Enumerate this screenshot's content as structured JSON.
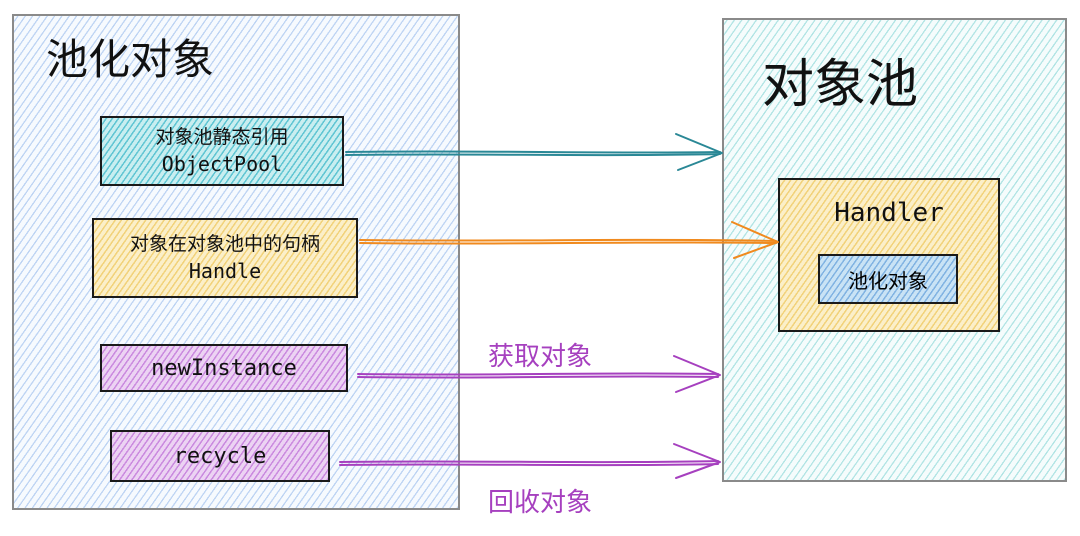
{
  "left_panel": {
    "title": "池化对象"
  },
  "right_panel": {
    "title": "对象池"
  },
  "boxes": {
    "objectpool": {
      "line1": "对象池静态引用",
      "line2": "ObjectPool"
    },
    "handle": {
      "line1": "对象在对象池中的句柄",
      "line2": "Handle"
    },
    "new_instance": {
      "label": "newInstance"
    },
    "recycle": {
      "label": "recycle"
    },
    "handler": {
      "label": "Handler"
    },
    "pooled_object": {
      "label": "池化对象"
    }
  },
  "arrows": {
    "get_label": "获取对象",
    "recycle_label": "回收对象"
  },
  "colors": {
    "teal": "#2a8896",
    "orange": "#f08a1e",
    "purple": "#a640bf",
    "border": "#1a1a1a"
  }
}
